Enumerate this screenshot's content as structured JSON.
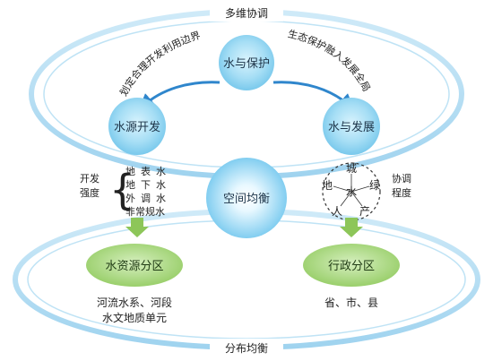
{
  "top_label": "多维协调",
  "bottom_label": "分布均衡",
  "nodes": {
    "water_protection": "水与保护",
    "water_source_dev": "水源开发",
    "water_development": "水与发展",
    "spatial_balance": "空间均衡",
    "water_resource_zoning": "水资源分区",
    "admin_zoning": "行政分区"
  },
  "arcs": {
    "left": "划定合理开发利用边界",
    "right": "生态保护融入发展全局"
  },
  "development_intensity": {
    "label_line1": "开发",
    "label_line2": "强度",
    "items": [
      "地表水",
      "地下水",
      "外调水",
      "非常规水"
    ]
  },
  "coordination": {
    "label_line1": "协调",
    "label_line2": "程度",
    "center": "水",
    "around": [
      "城",
      "绿",
      "产",
      "人",
      "地"
    ]
  },
  "zone_details": {
    "water_resource_line1": "河流水系、河段",
    "water_resource_line2": "水文地质单元",
    "admin": "省、市、县"
  },
  "colors": {
    "blue_node": "#86d3f2",
    "green_node": "#a6d77a",
    "ellipse_stroke": "#9fd3ef",
    "arrow_blue": "#2f86cc",
    "arrow_green": "#8dc659"
  }
}
